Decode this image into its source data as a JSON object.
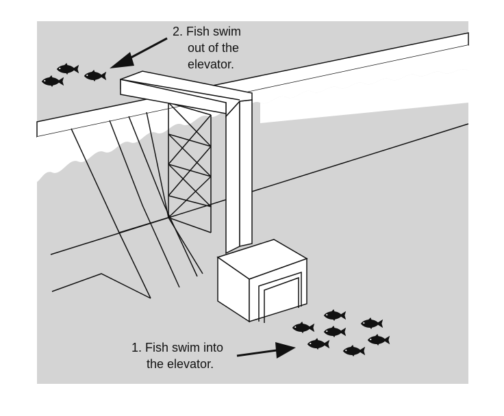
{
  "labels": {
    "step2": [
      "2. Fish swim",
      "out of the",
      "elevator."
    ],
    "step1": [
      "1. Fish swim into",
      "the elevator."
    ]
  },
  "colors": {
    "background_panel": "#d4d4d4",
    "water_lower": "#cfcfcf",
    "structure_fill": "#ffffff",
    "line": "#111111",
    "fish": "#111111"
  },
  "icons": {
    "fish": "fish-icon",
    "arrow": "arrow-icon"
  }
}
